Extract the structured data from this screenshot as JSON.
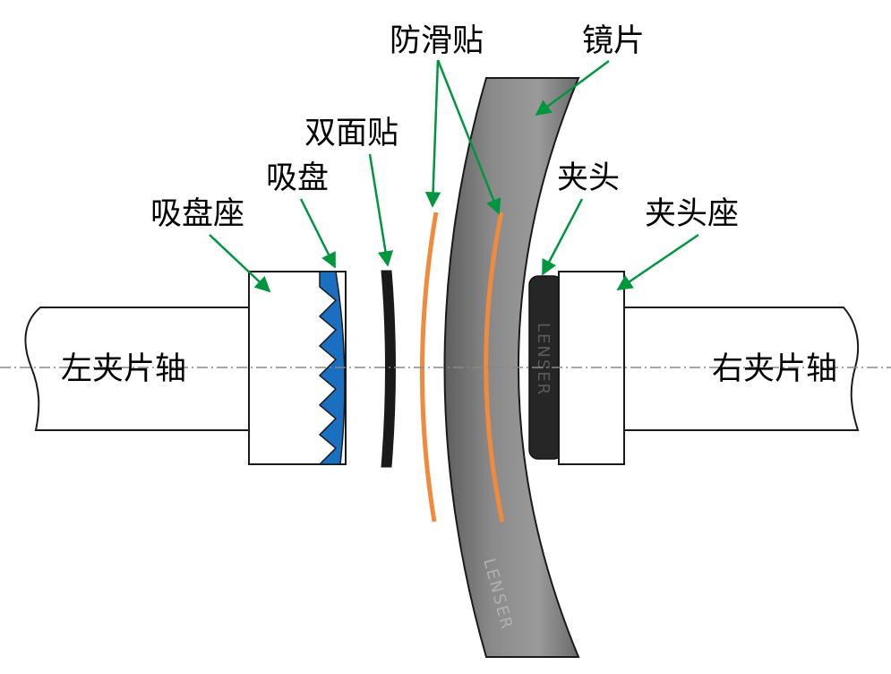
{
  "labels": {
    "anti_slip_pad": "防滑贴",
    "lens": "镜片",
    "double_sided_tape": "双面贴",
    "suction_cup": "吸盘",
    "suction_cup_seat": "吸盘座",
    "chuck": "夹头",
    "chuck_seat": "夹头座",
    "left_spindle": "左夹片轴",
    "right_spindle": "右夹片轴"
  },
  "watermarks": {
    "chuck_text": "LENSER",
    "lens_text": "LENSER"
  },
  "colors": {
    "arrow": "#00963f",
    "suction_cup": "#1a6fc0",
    "anti_slip_pad": "#f08a3c",
    "lens_fill": "#7a7a7a",
    "lens_highlight": "#c4c4c4",
    "tape": "#1a1a1a",
    "chuck": "#262626",
    "axis_line": "#888888"
  }
}
